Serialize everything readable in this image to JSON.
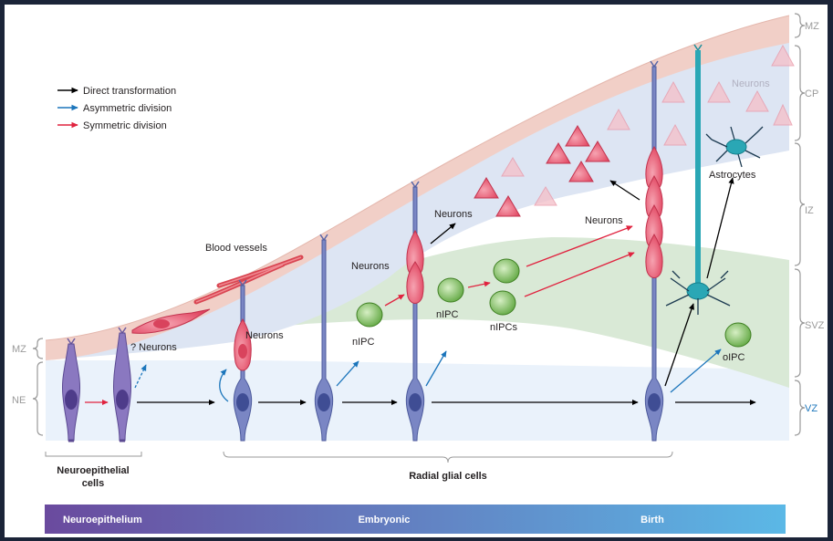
{
  "legend": {
    "direct": "Direct transformation",
    "asymmetric": "Asymmetric division",
    "symmetric": "Symmetric division",
    "colors": {
      "direct": "#000000",
      "asymmetric": "#1b75bb",
      "symmetric": "#e0233f"
    }
  },
  "zones": {
    "mz_right": "MZ",
    "cp": "CP",
    "iz": "IZ",
    "svz": "SVZ",
    "vz": "VZ",
    "mz_left": "MZ",
    "ne": "NE"
  },
  "labels": {
    "blood_vessels": "Blood vessels",
    "q_neurons": "? Neurons",
    "neurons_1": "Neurons",
    "neurons_2": "Neurons",
    "neurons_3": "Neurons",
    "neurons_4": "Neurons",
    "neurons_cp": "Neurons",
    "nipc_1": "nIPC",
    "nipc_2": "nIPC",
    "nipcs": "nIPCs",
    "astrocytes": "Astrocytes",
    "oipc": "oIPC"
  },
  "brackets": {
    "neuroepithelial_line1": "Neuroepithelial",
    "neuroepithelial_line2": "cells",
    "radial_glial": "Radial glial cells"
  },
  "timeline": {
    "start": "Neuroepithelium",
    "middle": "Embryonic",
    "end": "Birth",
    "color_start": "#6a4a9e",
    "color_end": "#5bb8e6"
  },
  "colors": {
    "ne_cell": "#8a78c0",
    "radial_glia": "#7a86c4",
    "neuron": "#e9506a",
    "ipc": "#6fb548",
    "astrocyte": "#2aa7b5"
  }
}
